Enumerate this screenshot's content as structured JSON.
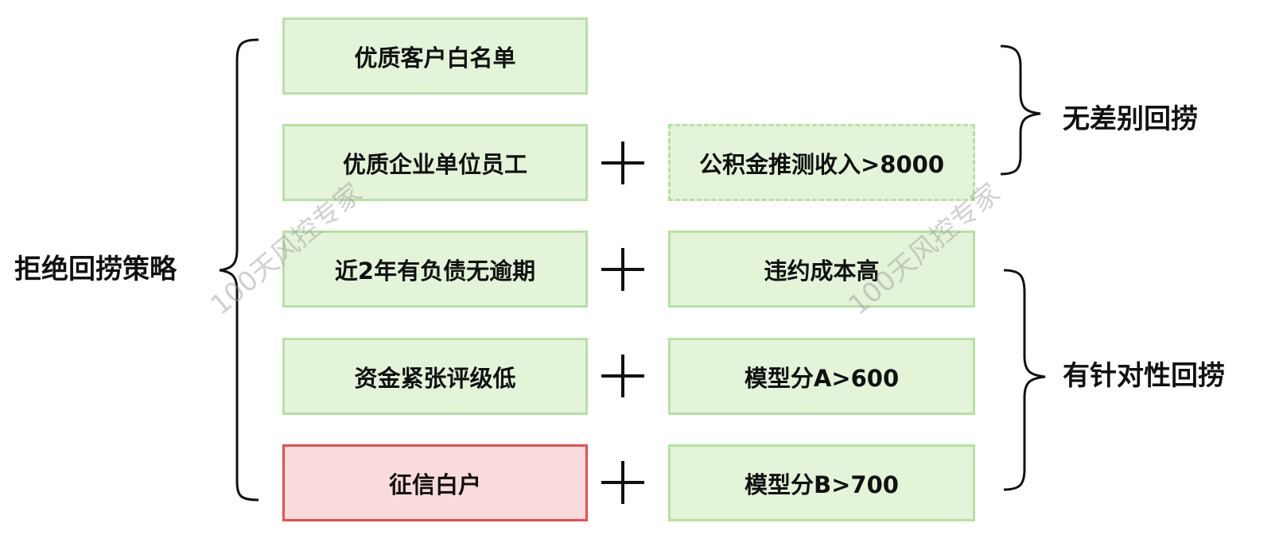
{
  "title_left": "拒绝回捞策略",
  "left_items": [
    "优质客户白名单",
    "优质企业单位员工",
    "近2年有负债无逾期",
    "资金紧张评级低",
    "征信白户"
  ],
  "right_items": [
    "公积金推测收入>8000",
    "违约成本高",
    "模型分A>600",
    "模型分B>700"
  ],
  "group_labels": {
    "upper": "无差别回捞",
    "lower": "有针对性回捞"
  },
  "watermark": "100天风控专家",
  "colors": {
    "box_fill": "#e3f4d9",
    "box_border": "#b7e0a4",
    "highlight_fill": "#fadbdb",
    "highlight_border": "#e5504f"
  }
}
